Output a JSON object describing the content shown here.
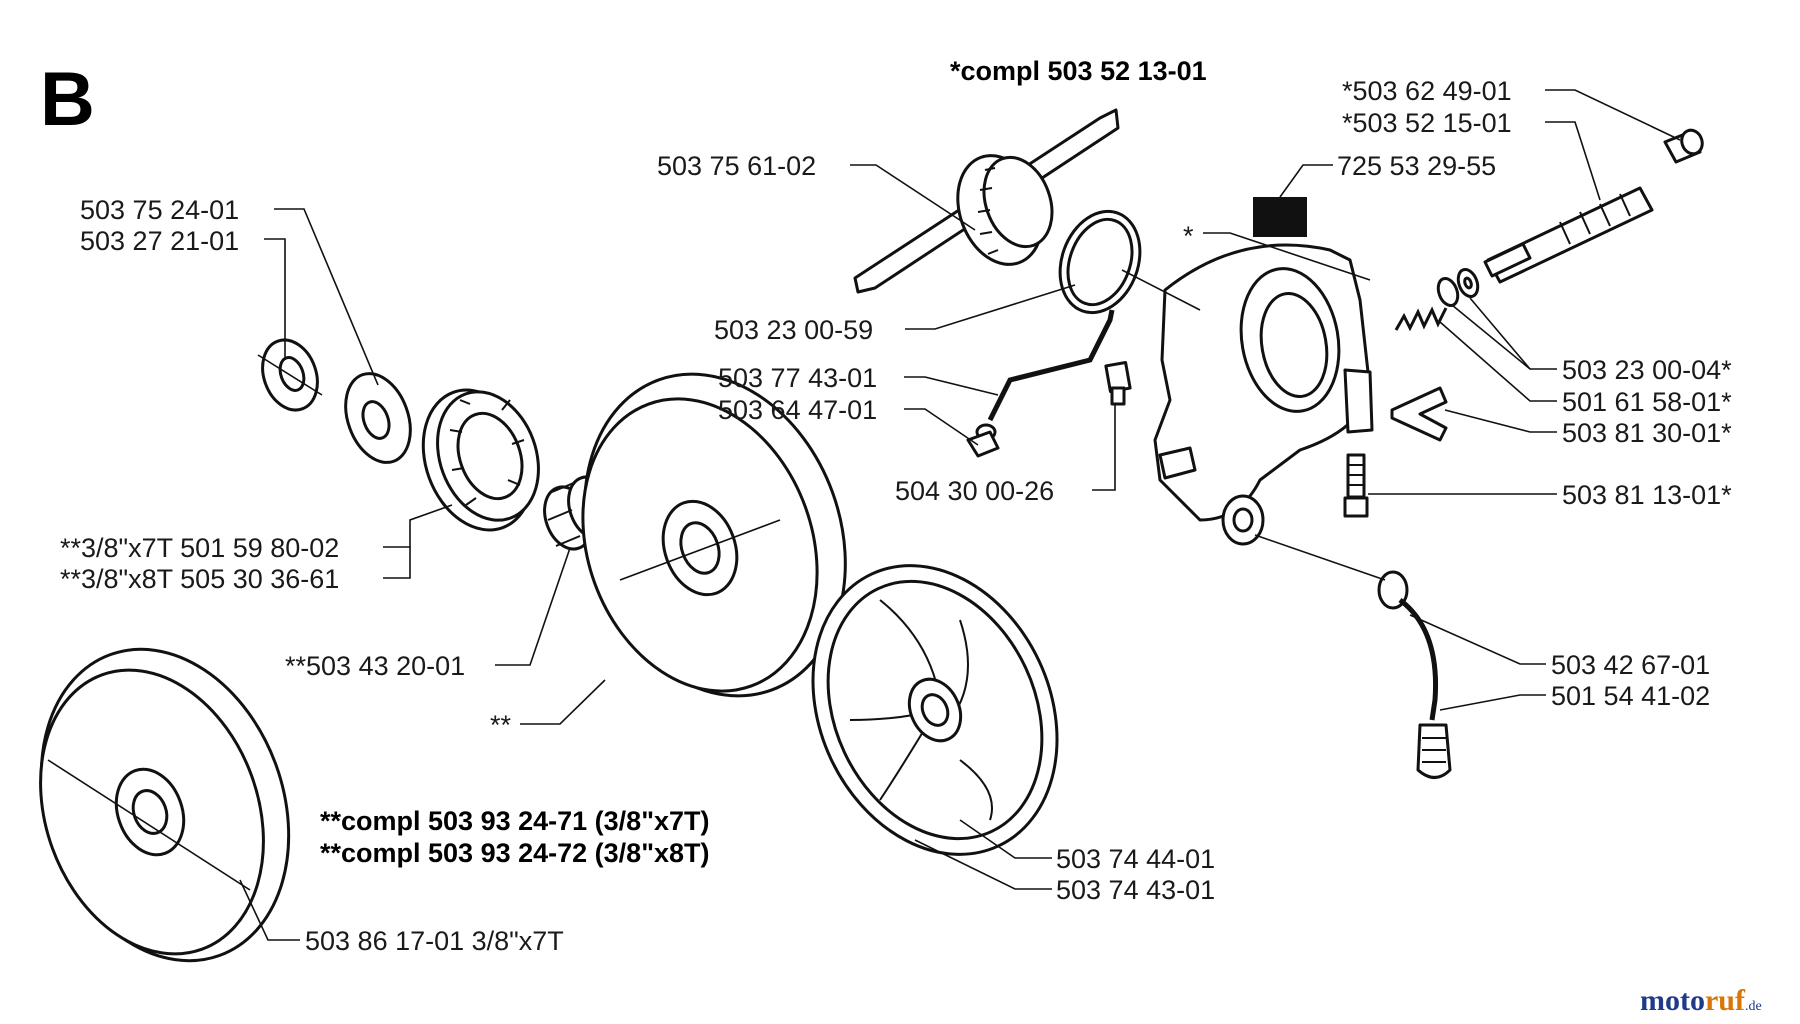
{
  "section_letter": "B",
  "assembly_labels": {
    "pump_complete": "*compl 503 52 13-01",
    "clutch_drum_complete_7t": "**compl 503 93 24-71 (3/8\"x7T)",
    "clutch_drum_complete_8t": "**compl 503 93 24-72 (3/8\"x8T)"
  },
  "part_labels": {
    "p_503_75_61_02": "503 75 61-02",
    "p_503_75_24_01": "503 75 24-01",
    "p_503_27_21_01": "503 27 21-01",
    "p_503_23_00_59": "503 23 00-59",
    "p_503_77_43_01": "503 77 43-01",
    "p_503_64_47_01": "503 64 47-01",
    "p_504_30_00_26": "504 30 00-26",
    "p_rim_7t": "**3/8\"x7T 501 59 80-02",
    "p_rim_8t": "**3/8\"x8T 505 30 36-61",
    "p_503_43_20_01": "**503 43 20-01",
    "p_drum_marker": "**",
    "p_503_86_17_01": "503 86 17-01 3/8\"x7T",
    "p_503_74_44_01": "503 74 44-01",
    "p_503_74_43_01": "503 74 43-01",
    "p_503_62_49_01": "*503 62 49-01",
    "p_503_52_15_01": "*503 52 15-01",
    "p_725_53_29_55": "725 53 29-55",
    "p_pump_marker": "*",
    "p_503_23_00_04": "503 23 00-04*",
    "p_501_61_58_01": "501 61 58-01*",
    "p_503_81_30_01": "503 81 30-01*",
    "p_503_81_13_01": "503 81 13-01*",
    "p_503_42_67_01": "503 42 67-01",
    "p_501_54_41_02": "501 54 41-02"
  },
  "watermark": {
    "part_a": "moto",
    "part_b": "ruf",
    "part_c": ".de"
  }
}
